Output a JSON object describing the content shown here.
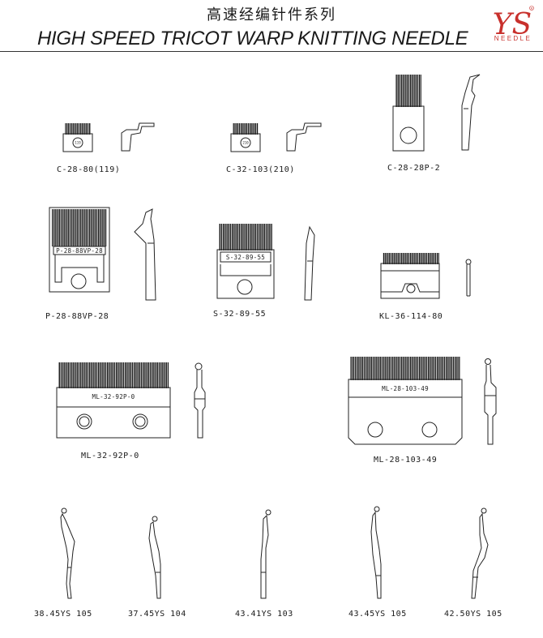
{
  "header": {
    "title_cn": "高速经编针件系列",
    "title_en": "HIGH SPEED TRICOT WARP KNITTING NEEDLE",
    "logo_text": "NEEDLE",
    "logo_letters": "YS",
    "logo_color": "#c8302c",
    "logo_accent": "#2a5ca8"
  },
  "row1": [
    {
      "caption": "C-28-80(119)",
      "stamp": "119"
    },
    {
      "caption": "C-32-103(210)",
      "stamp": "210"
    },
    {
      "caption": "C-28-28P-2"
    }
  ],
  "row2": [
    {
      "caption": "P-28-88VP-28",
      "plate_label": "P-28-88VP-28"
    },
    {
      "caption": "S-32-89-55",
      "plate_label": "S-32-89-55"
    },
    {
      "caption": "KL-36-114-80"
    }
  ],
  "row3": [
    {
      "caption": "ML-32-92P-0",
      "plate_label": "ML-32-92P-0"
    },
    {
      "caption": "ML-28-103-49",
      "plate_label": "ML-28-103-49"
    }
  ],
  "row4": [
    {
      "caption": "38.45YS 105"
    },
    {
      "caption": "37.45YS 104"
    },
    {
      "caption": "43.41YS 103"
    },
    {
      "caption": "43.45YS 105"
    },
    {
      "caption": "42.50YS 105"
    }
  ]
}
